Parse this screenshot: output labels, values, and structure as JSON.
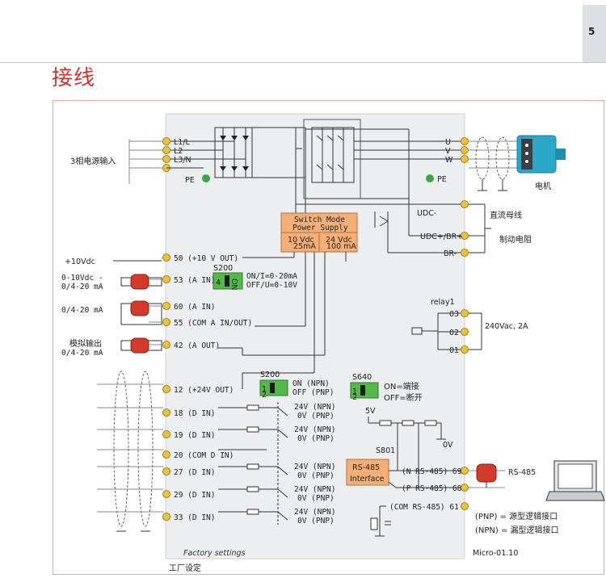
{
  "page": {
    "number": "5",
    "section_title": "接线",
    "caption": "工厂设定"
  },
  "diagram": {
    "factory_settings": "Factory settings",
    "model": "Micro-01.10",
    "input_label": "3相电源输入",
    "motor_label": "电机",
    "dc_bus_label": "直流母线",
    "brake_label": "制动电阻",
    "supply_terminals": [
      "L1/L",
      "L2",
      "L3/N"
    ],
    "pe": "PE",
    "motor_terminals": [
      "U",
      "V",
      "W"
    ],
    "dc_terminals": [
      "UDC-",
      "UDC+/BR+",
      "BR-"
    ],
    "smps": {
      "title1": "Switch Mode",
      "title2": "Power Supply",
      "out1": "10 Vdc",
      "out1_sub": "25mA",
      "out2": "24 Vdc",
      "out2_sub": "100 mA"
    },
    "analog": {
      "t50": "50 (+10 V OUT)",
      "v10": "+10Vdc",
      "s200": "S200",
      "s200_on1": "ON/I=0-20mA",
      "s200_off1": "OFF/U=0-10V",
      "t53": "53 (A IN)",
      "in53a": "0-10Vdc -",
      "in53b": "0/4-20 mA",
      "t60": "60 (A IN)",
      "in60": "0/4-20 mA",
      "t55": "55 (COM A IN/OUT)",
      "t42": "42 (A OUT)",
      "out42a": "模拟输出",
      "out42b": "0/4-20 mA"
    },
    "digital": {
      "t12": "12 (+24V OUT)",
      "s200b": "S200",
      "npn_on": "ON (NPN)",
      "pnp_off": "OFF (PNP)",
      "s640": "S640",
      "s640_on": "ON=端接",
      "s640_off": "OFF=断开",
      "inputs": [
        "18 (D IN)",
        "19 (D IN)",
        "20 (COM D IN)",
        "27 (D IN)",
        "29 (D IN)",
        "33 (D IN)"
      ],
      "v24": "24V (NPN)",
      "v0": "0V (PNP)"
    },
    "relay": {
      "name": "relay1",
      "terms": [
        "03",
        "02",
        "01"
      ],
      "rating": "240Vac, 2A"
    },
    "rs485": {
      "box1": "RS-485",
      "box2": "Interface",
      "s801": "S801",
      "v5": "5V",
      "v0": "0V",
      "t69": "(N RS-485) 69",
      "t68": "(P RS-485) 68",
      "t61": "(COM RS-485) 61",
      "label": "RS-485",
      "pnp_note": "(PNP) = 源型逻辑接口",
      "npn_note": "(NPN) = 漏型逻辑接口"
    },
    "switch_labels": {
      "on": "ON",
      "one": "1",
      "two": "2",
      "four": "4"
    }
  }
}
